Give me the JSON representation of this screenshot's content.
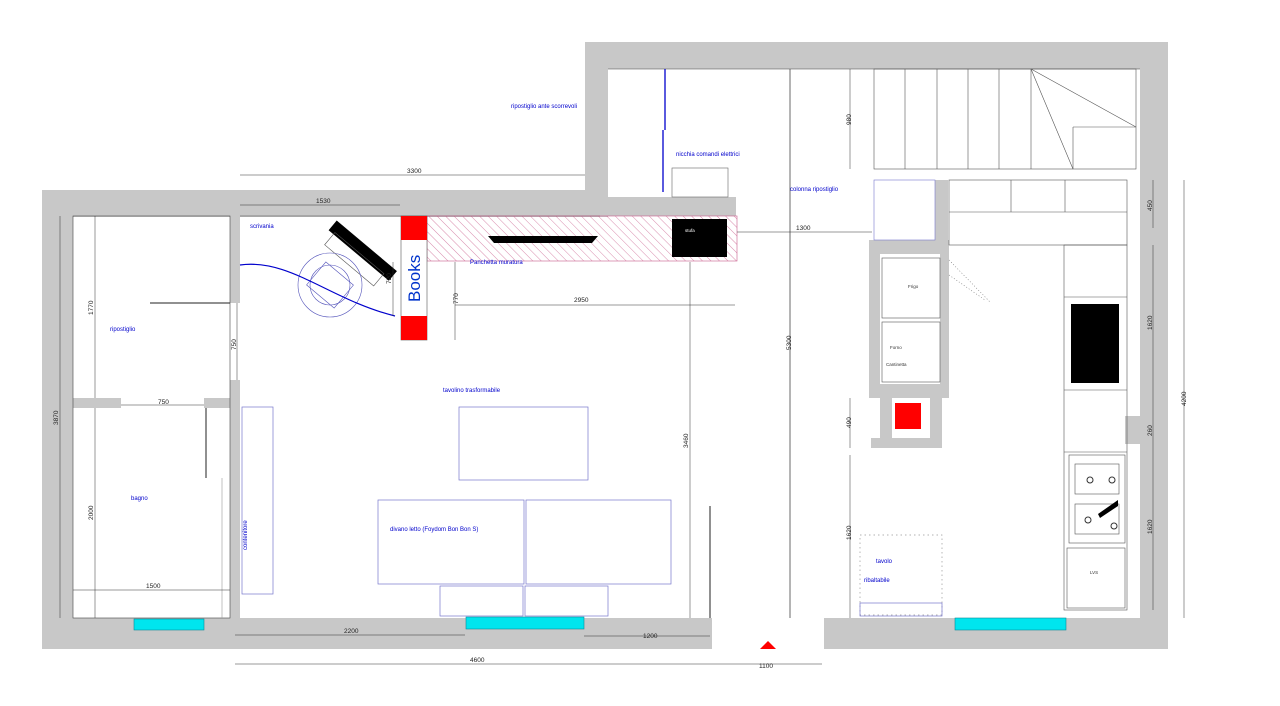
{
  "labels": {
    "ripostiglio_ante": "ripostiglio ante scorrevoli",
    "nicchia": "nicchia comandi elettrici",
    "colonna": "colonna ripostiglio",
    "scrivania": "scrivania",
    "panchetta": "Panchetta muratura",
    "books": "Books",
    "ripostiglio": "ripostiglio",
    "bagno": "bagno",
    "contenitore": "contenitore",
    "tavolino": "tavolino trasformabile",
    "divano": "divano letto (Foydom Bon Bon S)",
    "tavolo": "tavolo",
    "ribaltabile": "ribaltabile",
    "stufa": "stufa",
    "frigo": "Frigo",
    "forno": "Forno",
    "cantinetta": "Cantinetta",
    "lvs": "LVS"
  },
  "dimensions": {
    "d3300": "3300",
    "d1530": "1530",
    "d1300": "1300",
    "d2950": "2950",
    "d720": "720",
    "d770": "770",
    "d1770": "1770",
    "d750v": "750",
    "d750h": "750",
    "d3870": "3870",
    "d2000": "2000",
    "d1500": "1500",
    "d2200": "2200",
    "d1200": "1200",
    "d4600": "4600",
    "d1100": "1100",
    "d3460": "3460",
    "d5300": "5300",
    "d980": "980",
    "d490": "490",
    "d1620a": "1620",
    "d450": "450",
    "d1620b": "1620",
    "d260": "260",
    "d1620c": "1620",
    "d4200": "4200"
  },
  "colors": {
    "wall": "#c8c8c8",
    "accent_red": "#ff0000",
    "window": "#00e5ee",
    "label_blue": "#0000cc",
    "outline_blue": "#7777cc",
    "hatch": "#c85a8a",
    "black": "#000000"
  }
}
